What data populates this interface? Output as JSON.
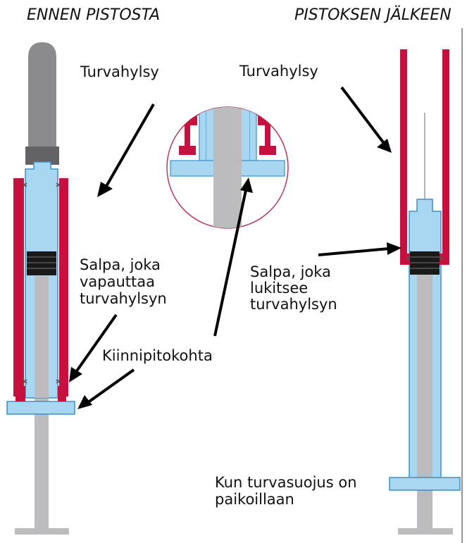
{
  "headings": {
    "before": "ENNEN PISTOSTA",
    "after": "PISTOKSEN JÄLKEEN"
  },
  "labels": {
    "safety_sleeve_left": "Turvahylsy",
    "safety_sleeve_right": "Turvahylsy",
    "latch_release": [
      "Salpa, joka",
      "vapauttaa",
      "turvahylsyn"
    ],
    "latch_lock": [
      "Salpa, joka",
      "lukitsee",
      "turvahylsyn"
    ],
    "holding_point": "Kiinnipitokohta",
    "guard_in_place": [
      "Kun turvasuojus on",
      "paikoillaan"
    ]
  },
  "colors": {
    "barrel": "#a9d6f0",
    "barrel_stroke": "#3a8fc5",
    "sleeve": "#c8103e",
    "plunger": "#bcbcbf",
    "cap": "#8b8b8e",
    "cap_base": "#636366",
    "stopper": "#1a1a1a",
    "arrow": "#000000",
    "zoom_circle": "#b23a55"
  }
}
